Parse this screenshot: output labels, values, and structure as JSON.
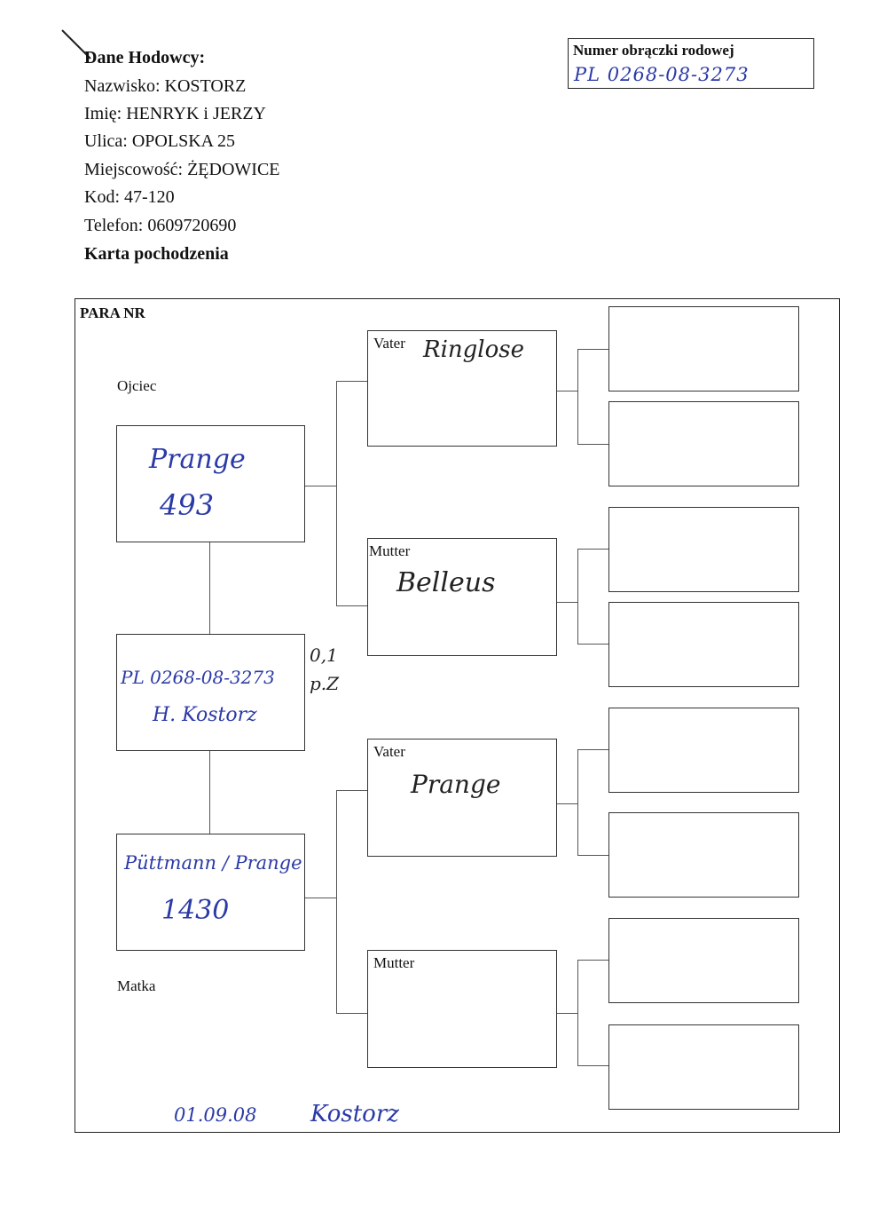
{
  "breeder": {
    "heading": "Dane Hodowcy:",
    "surname": "Nazwisko: KOSTORZ",
    "first_name": "Imię: HENRYK i JERZY",
    "street": "Ulica: OPOLSKA 25",
    "city": "Miejscowość: ŻĘDOWICE",
    "postal_code": "Kod: 47-120",
    "phone": "Telefon: 0609720690",
    "card_title": "Karta pochodzenia"
  },
  "ring_box": {
    "label": "Numer obrączki rodowej",
    "value": "PL 0268-08-3273"
  },
  "pedigree": {
    "pair_label": "PARA NR",
    "father_label": "Ojciec",
    "mother_label": "Matka",
    "father": {
      "line1": "Prange",
      "line2": "493"
    },
    "bird": {
      "ring": "PL 0268-08-3273",
      "owner": "H. Kostorz",
      "note1": "0,1",
      "note2": "p.Z"
    },
    "mother": {
      "line1": "Püttmann / Prange",
      "line2": "1430"
    },
    "grandparents": [
      {
        "label": "Vater",
        "name": "Ringlose"
      },
      {
        "label": "Mutter",
        "name": "Belleus"
      },
      {
        "label": "Vater",
        "name": "Prange"
      },
      {
        "label": "Mutter",
        "name": ""
      }
    ]
  },
  "footer": {
    "date": "01.09.08",
    "signature": "Kostorz"
  },
  "colors": {
    "ink_blue": "#2b3aa6",
    "ink_black": "#222222",
    "border": "#333333"
  }
}
